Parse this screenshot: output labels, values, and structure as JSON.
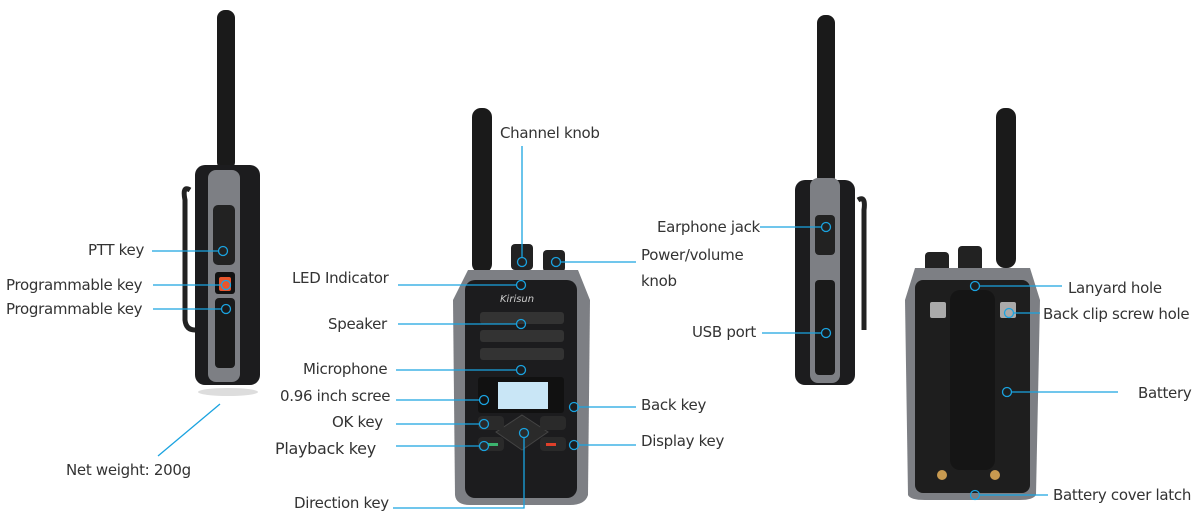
{
  "colors": {
    "leader": "#1aa3e0",
    "body": "#1c1c1e",
    "frame": "#7d7f84",
    "screen": "#c9e6f6"
  },
  "labels": {
    "ptt_key": "PTT key",
    "programmable_key_1": "Programmable key",
    "programmable_key_2": "Programmable key",
    "net_weight": "Net weight: 200g",
    "channel_knob": "Channel knob",
    "power_volume_1": "Power/volume",
    "power_volume_2": "knob",
    "led_indicator": "LED Indicator",
    "speaker": "Speaker",
    "microphone": "Microphone",
    "screen": "0.96 inch scree",
    "ok_key": "OK key",
    "playback_key": "Playback key",
    "direction_key": "Direction key",
    "back_key": "Back key",
    "display_key": "Display key",
    "earphone_jack": "Earphone jack",
    "usb_port": "USB port",
    "lanyard_hole": "Lanyard hole",
    "back_clip_screw_hole": "Back clip screw hole",
    "battery": "Battery",
    "battery_cover_latch": "Battery cover latch"
  },
  "brand_logo": "Kirisun"
}
